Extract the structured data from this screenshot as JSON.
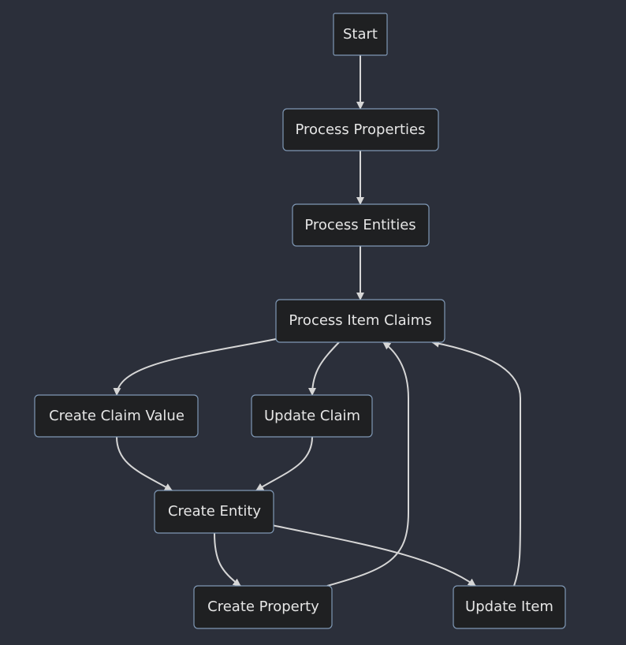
{
  "diagram": {
    "type": "flowchart",
    "nodes": {
      "start": "Start",
      "process_properties": "Process Properties",
      "process_entities": "Process Entities",
      "process_item_claims": "Process Item Claims",
      "create_claim_value": "Create Claim Value",
      "update_claim": "Update Claim",
      "create_entity": "Create Entity",
      "create_property": "Create Property",
      "update_item": "Update Item"
    },
    "edges": [
      {
        "from": "start",
        "to": "process_properties"
      },
      {
        "from": "process_properties",
        "to": "process_entities"
      },
      {
        "from": "process_entities",
        "to": "process_item_claims"
      },
      {
        "from": "process_item_claims",
        "to": "create_claim_value"
      },
      {
        "from": "process_item_claims",
        "to": "update_claim"
      },
      {
        "from": "create_claim_value",
        "to": "create_entity"
      },
      {
        "from": "update_claim",
        "to": "create_entity"
      },
      {
        "from": "create_entity",
        "to": "create_property"
      },
      {
        "from": "create_entity",
        "to": "update_item"
      },
      {
        "from": "create_property",
        "to": "process_item_claims"
      },
      {
        "from": "update_item",
        "to": "process_item_claims"
      }
    ],
    "colors": {
      "background": "#2b2f3a",
      "node_fill": "#1f2022",
      "node_border": "#7f98b5",
      "edge": "#d6d6d6",
      "text": "#e6e6e6"
    }
  }
}
